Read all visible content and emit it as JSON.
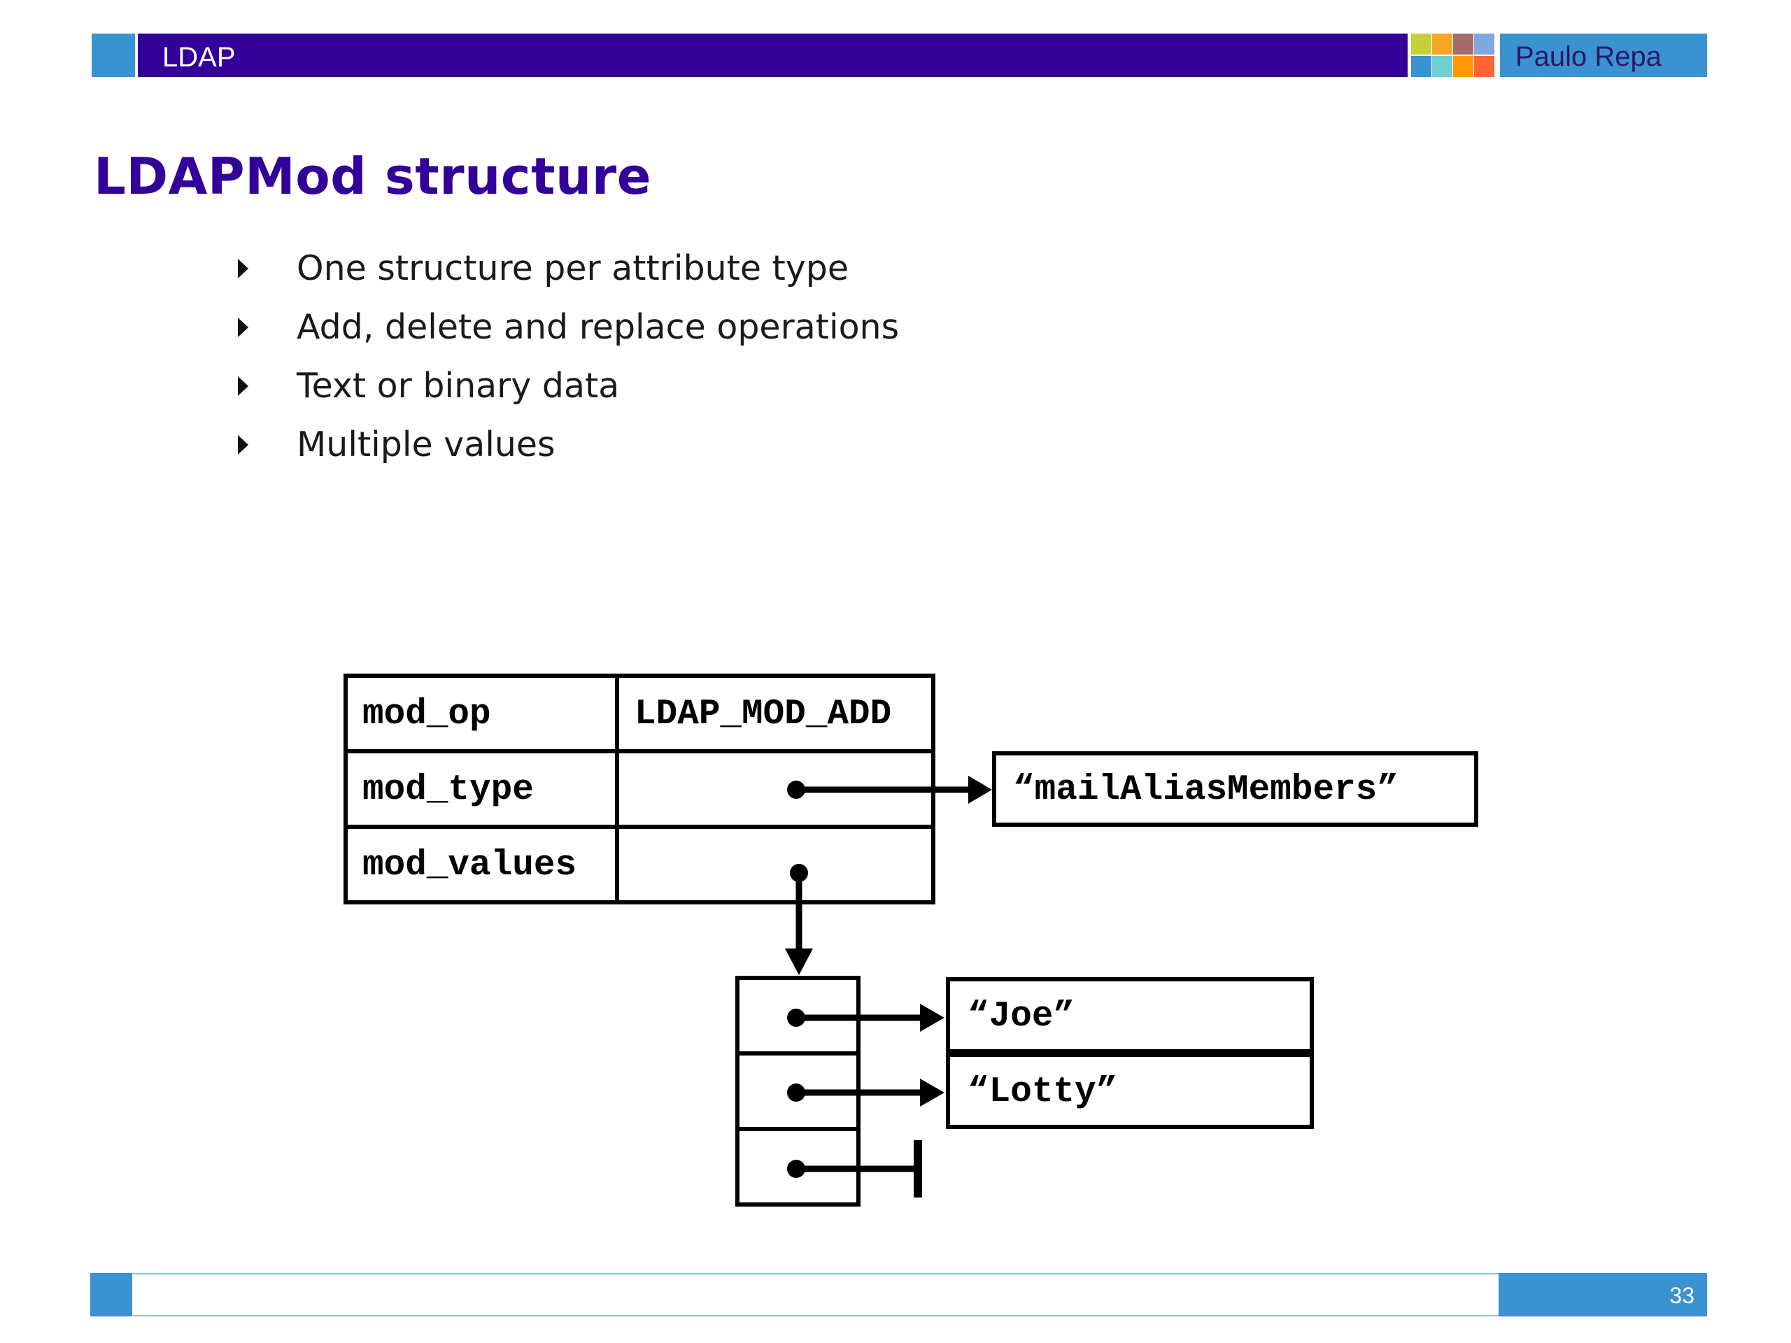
{
  "header": {
    "section": "LDAP",
    "author": "Paulo Repa",
    "colors": {
      "bar": "#330099",
      "accent": "#3b92d0"
    }
  },
  "title": "LDAPMod structure",
  "bullets": [
    "One structure per attribute type",
    "Add, delete and replace operations",
    "Text or binary data",
    "Multiple values"
  ],
  "diagram": {
    "struct_rows": [
      {
        "field": "mod_op",
        "value": "LDAP_MOD_ADD"
      },
      {
        "field": "mod_type",
        "value": ""
      },
      {
        "field": "mod_values",
        "value": ""
      }
    ],
    "type_target": "“mailAliasMembers”",
    "values": [
      "“Joe”",
      "“Lotty”"
    ]
  },
  "footer": {
    "page": "33"
  }
}
